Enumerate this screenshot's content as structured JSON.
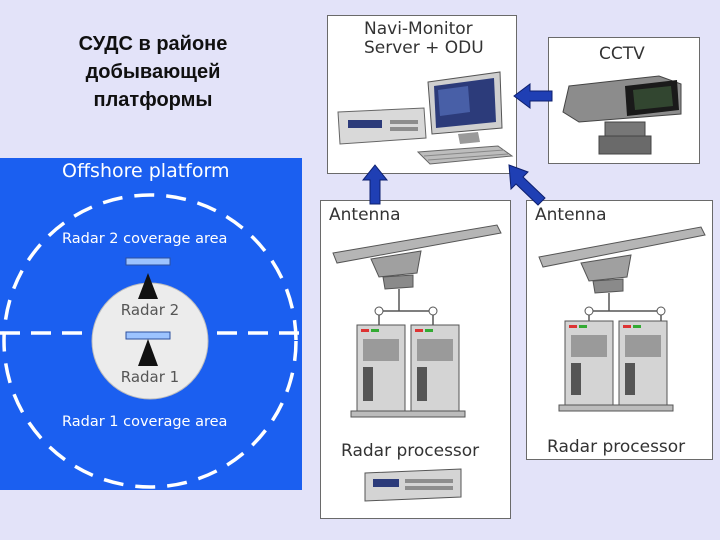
{
  "slide": {
    "title_lines": [
      "СУДС в районе",
      "добывающей",
      "платформы"
    ]
  },
  "platform": {
    "title": "Offshore platform",
    "radar2_area": "Radar 2 coverage area",
    "radar1_area": "Radar 1 coverage area",
    "radar2_label": "Radar 2",
    "radar1_label": "Radar 1"
  },
  "server": {
    "label_lines": [
      "Navi-Monitor",
      "Server + ODU"
    ]
  },
  "cctv": {
    "label": "CCTV"
  },
  "antenna_left": {
    "label": "Antenna",
    "processor_label": "Radar processor"
  },
  "antenna_right": {
    "label": "Antenna",
    "processor_label": "Radar processor"
  },
  "colors": {
    "platform_blue": "#1b5ff0",
    "arrow_blue": "#1f3fb4",
    "background": "#e3e3f9"
  }
}
